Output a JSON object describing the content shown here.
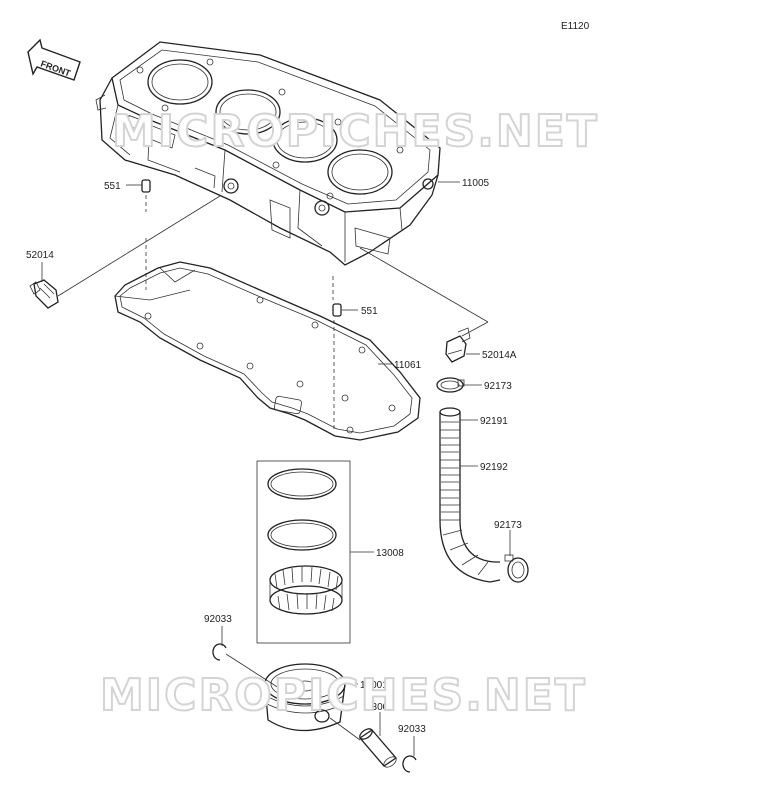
{
  "diagram_code": "E1120",
  "front_label": "FRONT",
  "watermark_text": "MICROPICHES.NET",
  "parts": {
    "cylinder": "11005",
    "dowel_upper": "551",
    "dowel_lower": "551",
    "fitting_left": "52014",
    "fitting_right": "52014A",
    "gasket": "11061",
    "clamp_upper": "92173",
    "clamp_lower": "92173",
    "hose_a": "92191",
    "hose_b": "92192",
    "ring_set": "13008",
    "circlip_left": "92033",
    "circlip_right": "92033",
    "piston": "13001",
    "piston_pin": "13002"
  }
}
